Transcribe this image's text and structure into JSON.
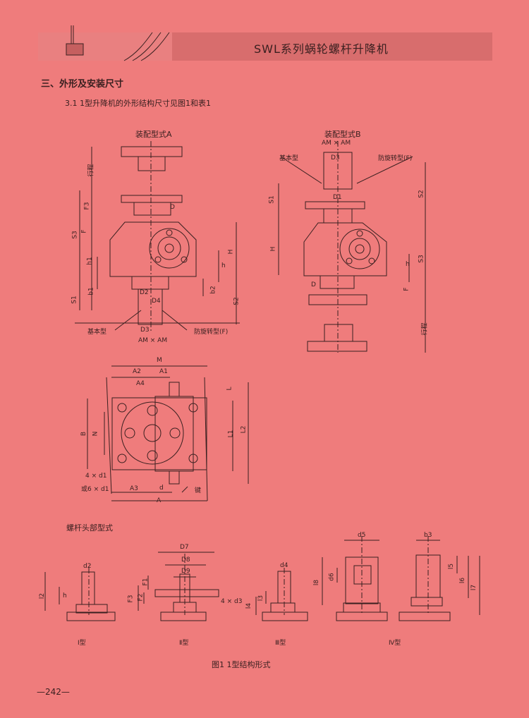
{
  "header": {
    "title": "SWL系列蜗轮螺杆升降机"
  },
  "section": {
    "title": "三、外形及安装尺寸",
    "subtitle": "3.1  1型升降机的外形结构尺寸见图1和表1"
  },
  "assembly_a": {
    "title": "装配型式A",
    "labels": {
      "travel": "行程",
      "f3": "F3",
      "d": "D",
      "s3": "S3",
      "f": "F",
      "h1": "h1",
      "h": "H",
      "h_small": "h",
      "b1": "b1",
      "s1": "S1",
      "d2": "D2",
      "d4": "D4",
      "b2": "b2",
      "s2": "S2",
      "basic": "基本型",
      "d3": "D3",
      "anti": "防旋转型(F)",
      "am": "AM × AM"
    }
  },
  "assembly_b": {
    "title": "装配型式B",
    "labels": {
      "am": "AM × AM",
      "basic": "基本型",
      "d3": "D3",
      "anti": "防旋转型(F)",
      "s1": "S1",
      "d1": "D1",
      "s2": "S2",
      "h": "H",
      "h_small": "h",
      "s3": "S3",
      "d": "D",
      "f": "F",
      "travel": "行程"
    }
  },
  "top_view": {
    "labels": {
      "m": "M",
      "a2": "A2",
      "a1": "A1",
      "a4": "A4",
      "l": "L",
      "b": "B",
      "n": "N",
      "l1": "L1",
      "l2": "L2",
      "holes4": "4 × d1",
      "holes6": "或6 × d1",
      "a3": "A3",
      "d": "d",
      "key": "键",
      "a": "A"
    }
  },
  "screw_heads": {
    "title": "螺杆头部型式",
    "labels": {
      "d2": "d2",
      "h": "h",
      "l2": "l2",
      "d7": "D7",
      "d8": "D8",
      "d9": "D9",
      "f1": "F1",
      "f2": "F2",
      "f3": "F3",
      "d3x4": "4 × d3",
      "d4": "d4",
      "l3": "l3",
      "l4": "l4",
      "d5": "d5",
      "d6": "d6",
      "l8": "l8",
      "b3": "b3",
      "l5": "l5",
      "l6": "l6",
      "l7": "l7"
    },
    "types": [
      "Ⅰ型",
      "Ⅱ型",
      "Ⅲ型",
      "Ⅳ型"
    ]
  },
  "figure_caption": "图1  1型结构形式",
  "page_number": "—242—"
}
